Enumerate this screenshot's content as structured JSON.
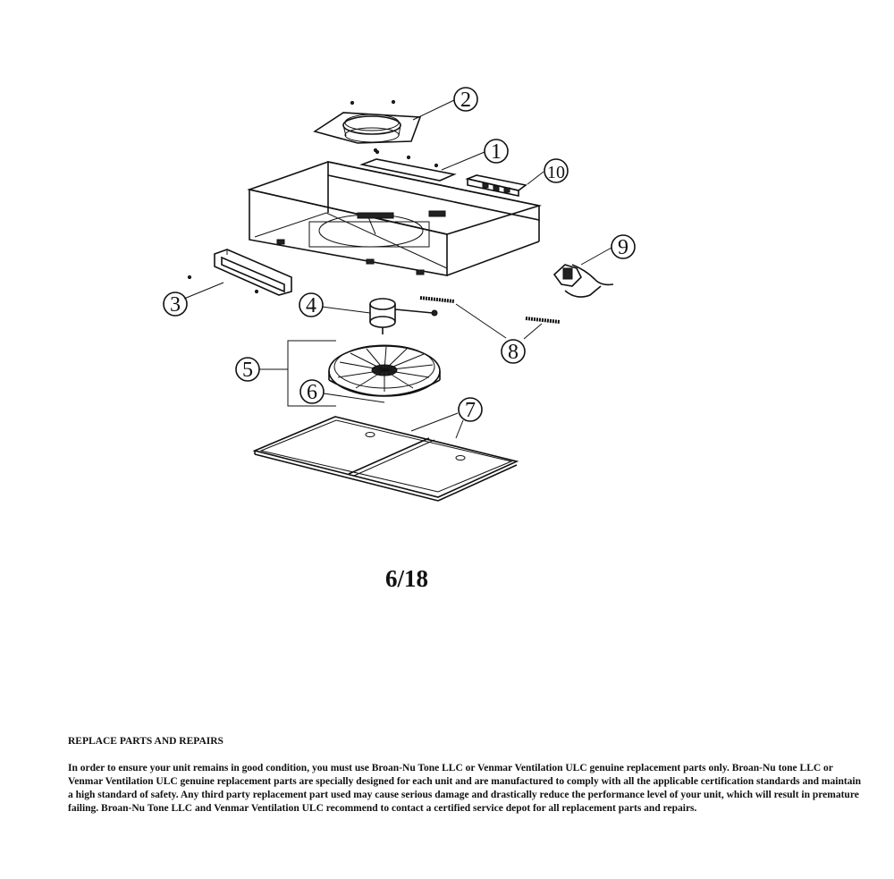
{
  "diagram": {
    "callouts": [
      "1",
      "2",
      "3",
      "4",
      "5",
      "6",
      "7",
      "8",
      "9",
      "10"
    ]
  },
  "page_number": "6/18",
  "notice": {
    "title": "REPLACE PARTS AND REPAIRS",
    "body": "In order to ensure your unit remains in good condition, you must use Broan-Nu Tone LLC or Venmar Ventilation ULC genuine replacement parts only. Broan-Nu tone LLC or Venmar Ventilation ULC genuine replacement parts are specially designed for each unit and are manufactured to comply with all the applicable certification standards and maintain a high standard of safety. Any third party replacement part used may cause serious damage and drastically reduce the performance level of your unit, which will result in premature failing. Broan-Nu Tone LLC and Venmar Ventilation ULC recommend to contact a certified service depot for all replacement parts and repairs."
  }
}
